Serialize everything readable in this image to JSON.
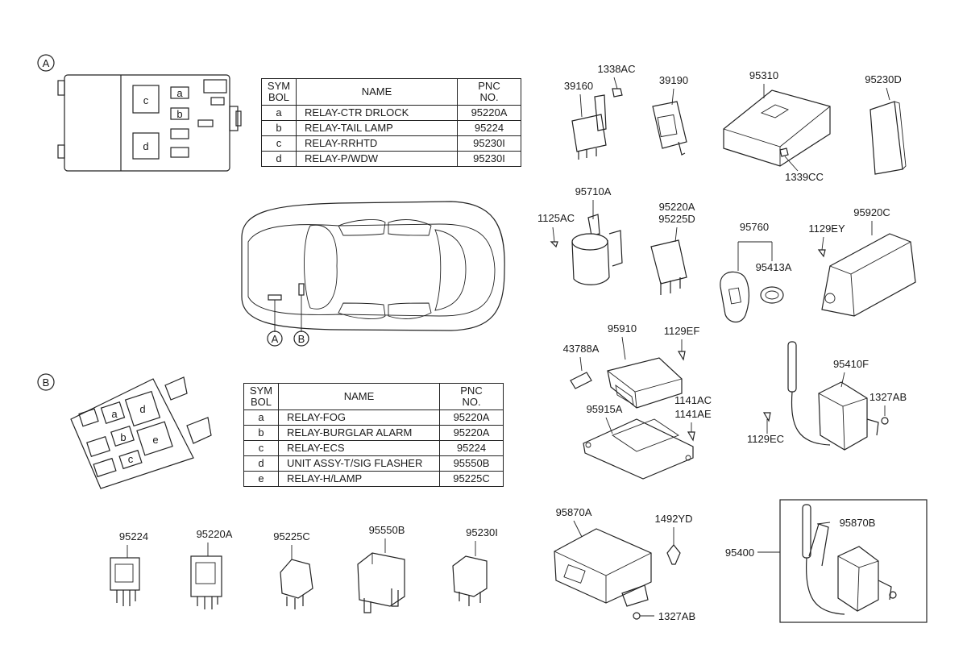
{
  "sections": {
    "a_marker": "A",
    "b_marker": "B"
  },
  "fuse_box_a": {
    "labels": [
      "c",
      "a",
      "b",
      "d"
    ]
  },
  "fuse_box_b": {
    "labels": [
      "a",
      "d",
      "b",
      "e",
      "c"
    ]
  },
  "table_a": {
    "headers": {
      "symbol": [
        "SYM",
        "BOL"
      ],
      "name": "NAME",
      "pnc": [
        "PNC",
        "NO."
      ]
    },
    "rows": [
      {
        "symbol": "a",
        "name": "RELAY-CTR DRLOCK",
        "pnc": "95220A"
      },
      {
        "symbol": "b",
        "name": "RELAY-TAIL LAMP",
        "pnc": "95224"
      },
      {
        "symbol": "c",
        "name": "RELAY-RRHTD",
        "pnc": "95230I"
      },
      {
        "symbol": "d",
        "name": "RELAY-P/WDW",
        "pnc": "95230I"
      }
    ]
  },
  "table_b": {
    "headers": {
      "symbol": [
        "SYM",
        "BOL"
      ],
      "name": "NAME",
      "pnc": [
        "PNC",
        "NO."
      ]
    },
    "rows": [
      {
        "symbol": "a",
        "name": "RELAY-FOG",
        "pnc": "95220A"
      },
      {
        "symbol": "b",
        "name": "RELAY-BURGLAR ALARM",
        "pnc": "95220A"
      },
      {
        "symbol": "c",
        "name": "RELAY-ECS",
        "pnc": "95224"
      },
      {
        "symbol": "d",
        "name": "UNIT ASSY-T/SIG FLASHER",
        "pnc": "95550B"
      },
      {
        "symbol": "e",
        "name": "RELAY-H/LAMP",
        "pnc": "95225C"
      }
    ]
  },
  "car_callouts": [
    "A",
    "B"
  ],
  "part_labels": {
    "p39160": "39160",
    "p1338AC": "1338AC",
    "p39190": "39190",
    "p95310": "95310",
    "p95230D": "95230D",
    "p1339CC": "1339CC",
    "p95710A": "95710A",
    "p1125AC": "1125AC",
    "p95220A_95225D": [
      "95220A",
      "95225D"
    ],
    "p95760": "95760",
    "p95413A": "95413A",
    "p1129EY": "1129EY",
    "p95920C": "95920C",
    "p95910": "95910",
    "p1129EF": "1129EF",
    "p43788A": "43788A",
    "p95915A": "95915A",
    "p1141AC": "1141AC",
    "p1141AE": "1141AE",
    "p95410F": "95410F",
    "p1327AB_top": "1327AB",
    "p1129EC": "1129EC",
    "p95224": "95224",
    "p95220A": "95220A",
    "p95225C": "95225C",
    "p95550B": "95550B",
    "p95230I": "95230I",
    "p95870A": "95870A",
    "p1492YD": "1492YD",
    "p1327AB_bottom": "1327AB",
    "p95870B": "95870B",
    "p95400": "95400"
  },
  "colors": {
    "line": "#222222",
    "background": "#ffffff"
  }
}
